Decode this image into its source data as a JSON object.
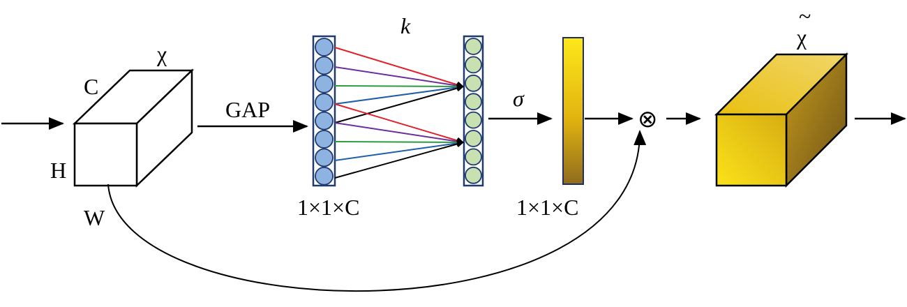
{
  "labels": {
    "chi": "χ",
    "chi_tilde": "χ",
    "tilde_mark": "~",
    "C": "C",
    "H": "H",
    "W": "W",
    "gap": "GAP",
    "k": "k",
    "sigma": "σ",
    "dim1": "1×1×C",
    "dim2": "1×1×C",
    "multiply": "⊗"
  },
  "colors": {
    "node_fill_left": "#8fb3e0",
    "node_fill_right": "#c9e0b0",
    "node_stroke": "#1f3a6e",
    "line_red": "#e0202a",
    "line_purple": "#6b2f9c",
    "line_green": "#2e9a45",
    "line_blue": "#1f5ea8",
    "line_black": "#000000",
    "gold_light": "#f6dc24",
    "gold_dark": "#a07820",
    "bar_border": "#1f2f66"
  },
  "nodes_per_column": 8
}
